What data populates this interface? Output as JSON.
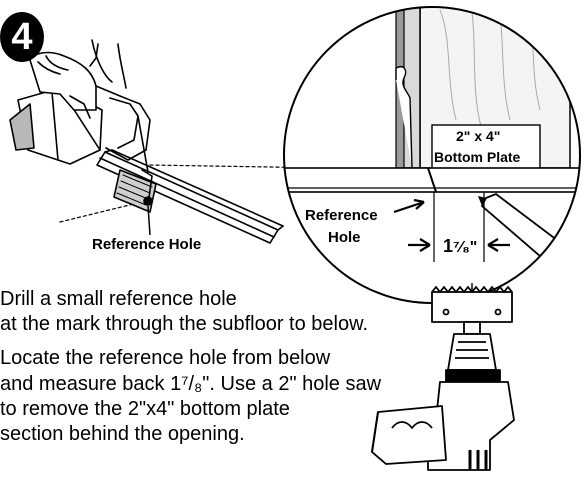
{
  "step": {
    "number": "4"
  },
  "callouts": {
    "reference_hole_left": "Reference Hole",
    "reference_hole_right_line1": "Reference",
    "reference_hole_right_line2": "Hole",
    "plate_line1": "2\" x 4\"",
    "plate_line2": "Bottom Plate",
    "measure_whole": "1",
    "measure_frac": "⁷⁄₈\""
  },
  "instructions": {
    "p1_line1": "Drill a small reference hole",
    "p1_line2": "at the mark through the subfloor to below.",
    "p2_line1": "Locate the reference hole from below",
    "p2_line2": "and measure back 1⁷/₈\". Use a 2\" hole saw",
    "p2_line3": "to remove the 2\"x4\" bottom plate",
    "p2_line4": "section behind the opening."
  },
  "colors": {
    "ink": "#000000",
    "wood": "#f4f4f4",
    "gray": "#9a9a9a",
    "panel": "#d9d9d9"
  }
}
